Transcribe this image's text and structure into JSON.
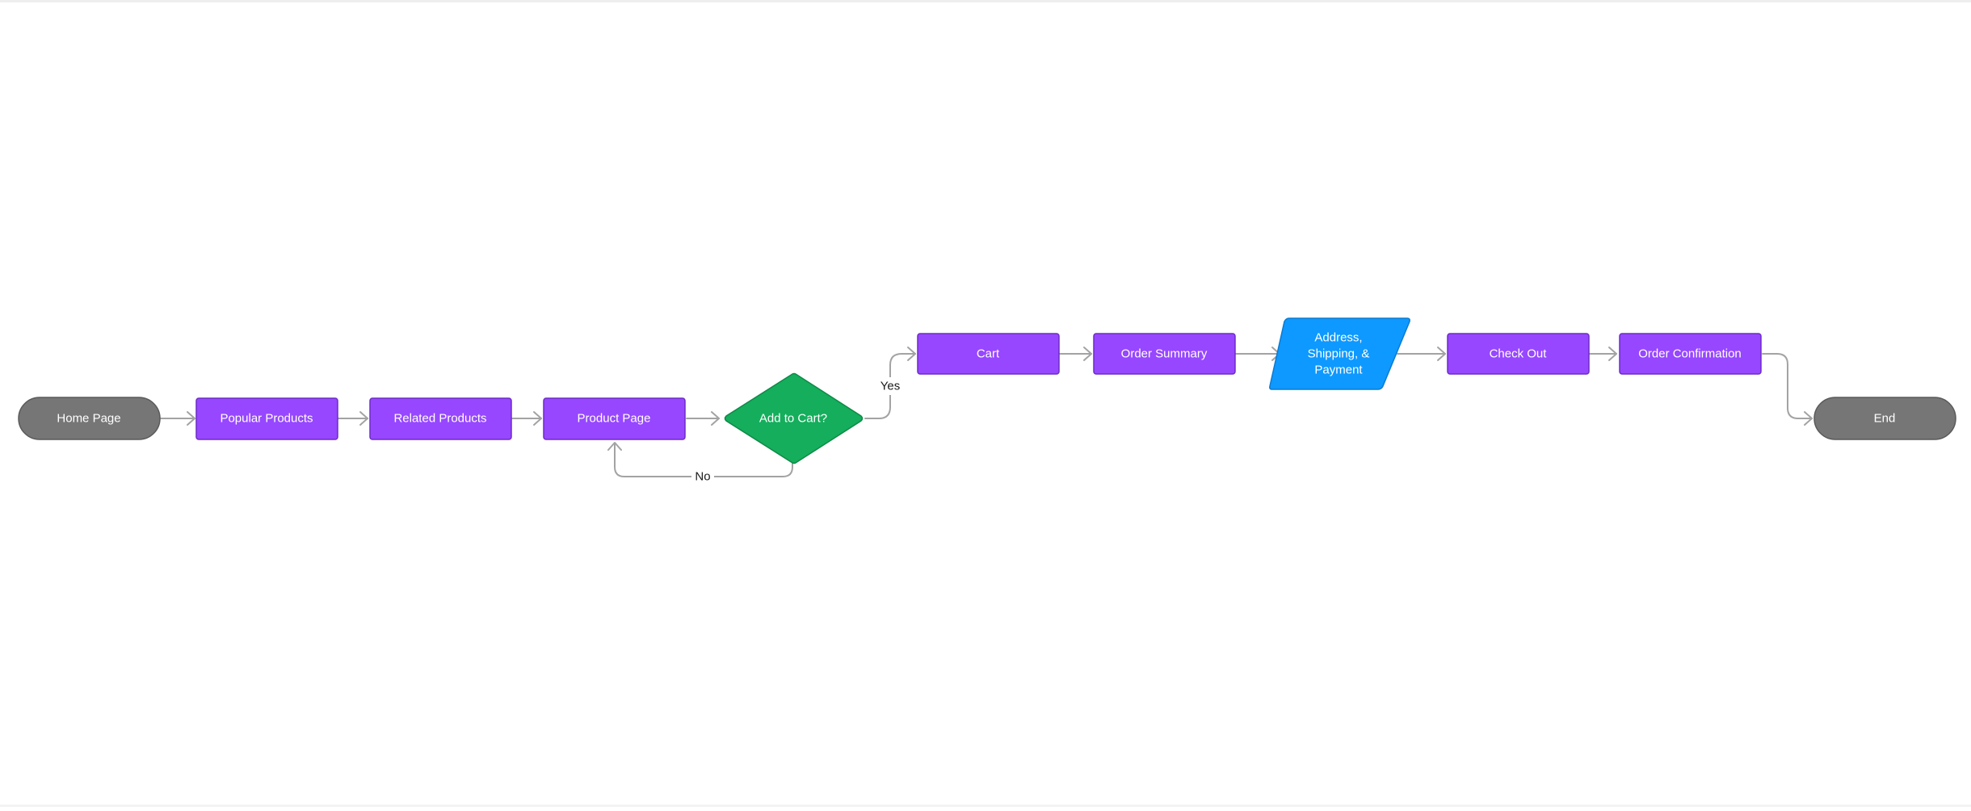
{
  "colors": {
    "terminal": "#767676",
    "terminal_stroke": "#5a5a5a",
    "process": "#9747ff",
    "process_stroke": "#6d2bc7",
    "decision": "#14ae5c",
    "decision_stroke": "#0e8a47",
    "io": "#0d99ff",
    "io_stroke": "#0b7bd0",
    "connector": "#a3a3a3"
  },
  "nodes": {
    "home_page": "Home Page",
    "popular_products": "Popular Products",
    "related_products": "Related Products",
    "product_page": "Product Page",
    "add_to_cart": "Add to Cart?",
    "cart": "Cart",
    "order_summary": "Order Summary",
    "address": {
      "line1": "Address,",
      "line2": "Shipping, &",
      "line3": "Payment"
    },
    "check_out": "Check Out",
    "order_confirmation": "Order Confirmation",
    "end": "End"
  },
  "edges": {
    "yes_label": "Yes",
    "no_label": "No"
  }
}
